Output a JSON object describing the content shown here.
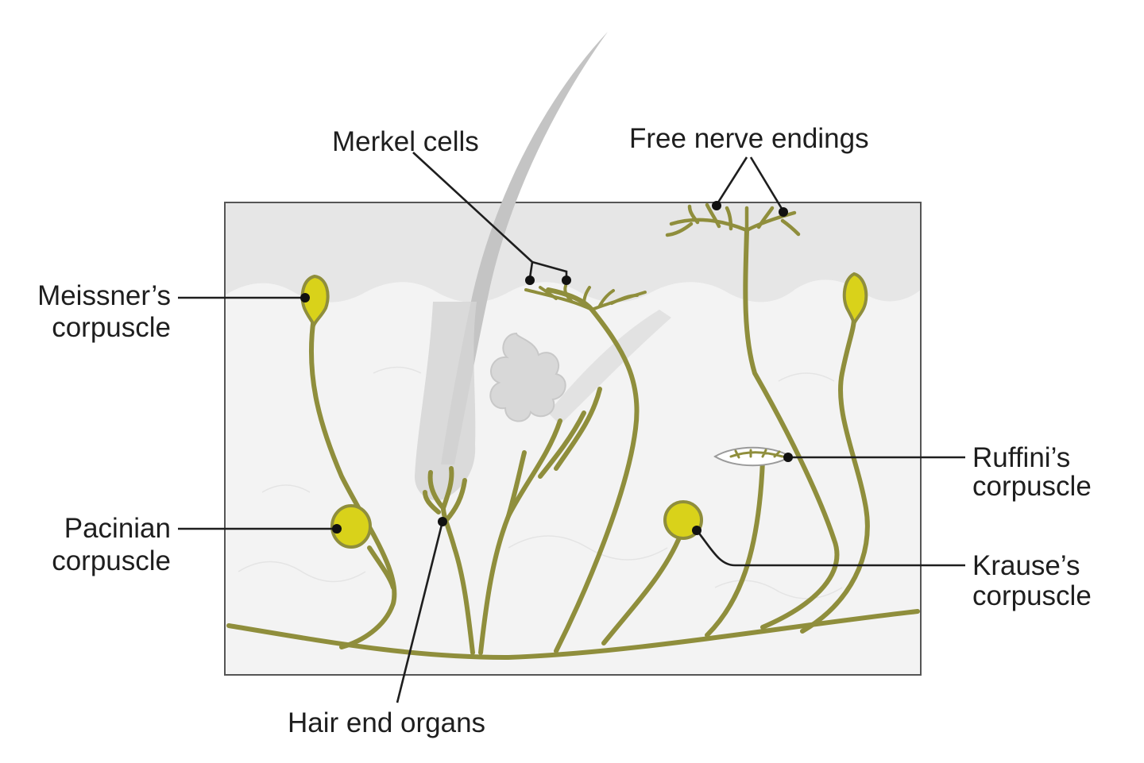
{
  "labels": {
    "merkel": "Merkel cells",
    "free_nerve": "Free nerve endings",
    "meissner_1": "Meissner’s",
    "meissner_2": "corpuscle",
    "pacinian_1": "Pacinian",
    "pacinian_2": "corpuscle",
    "ruffini_1": "Ruffini’s",
    "ruffini_2": "corpuscle",
    "krause_1": "Krause’s",
    "krause_2": "corpuscle",
    "hair": "Hair end organs"
  },
  "colors": {
    "epidermis": "#e6e6e6",
    "dermis": "#f3f3f3",
    "nerve": "#8f8e3c",
    "corpuscle_fill": "#d9d21a",
    "hair": "#c4c4c4",
    "gland": "#d8d8d8",
    "text": "#1e1e1e"
  }
}
